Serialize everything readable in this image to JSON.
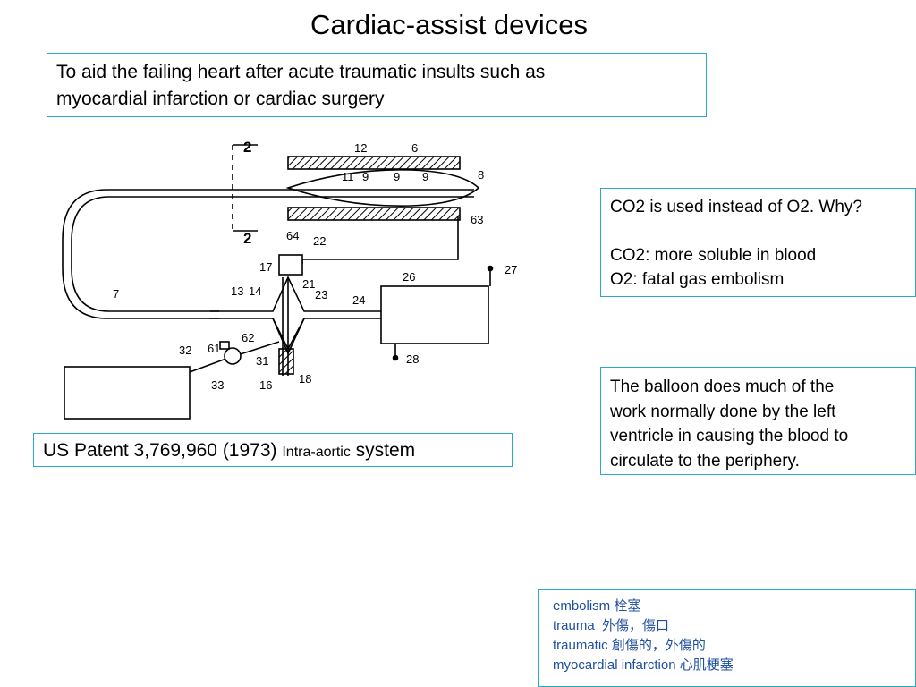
{
  "title": "Cardiac-assist devices",
  "intro": {
    "line1": "To aid the failing heart after acute traumatic insults such as",
    "line2": "myocardial infarction or cardiac surgery"
  },
  "co2_box": {
    "question": "CO2 is used instead of O2. Why?",
    "answer1": "CO2: more soluble in blood",
    "answer2": "O2: fatal gas embolism"
  },
  "balloon_box": {
    "line1": "The balloon does much of the",
    "line2": "work normally done by the left",
    "line3": "ventricle in causing the blood to",
    "line4": "circulate to the periphery."
  },
  "patent": {
    "main": "US Patent 3,769,960 (1973)",
    "small": "Intra-aortic",
    "tail": "system"
  },
  "glossary": [
    "embolism 栓塞",
    "trauma  外傷，傷口",
    "traumatic 創傷的，外傷的",
    "myocardial infarction 心肌梗塞"
  ],
  "diagram": {
    "section_marker": "2",
    "labels": [
      "12",
      "6",
      "11",
      "9",
      "9",
      "9",
      "8",
      "63",
      "64",
      "22",
      "17",
      "21",
      "23",
      "24",
      "26",
      "27",
      "28",
      "13",
      "14",
      "7",
      "32",
      "61",
      "62",
      "31",
      "33",
      "16",
      "18"
    ]
  },
  "colors": {
    "box_border": "#2aa9c8",
    "glossary_text": "#1f4fa0"
  }
}
